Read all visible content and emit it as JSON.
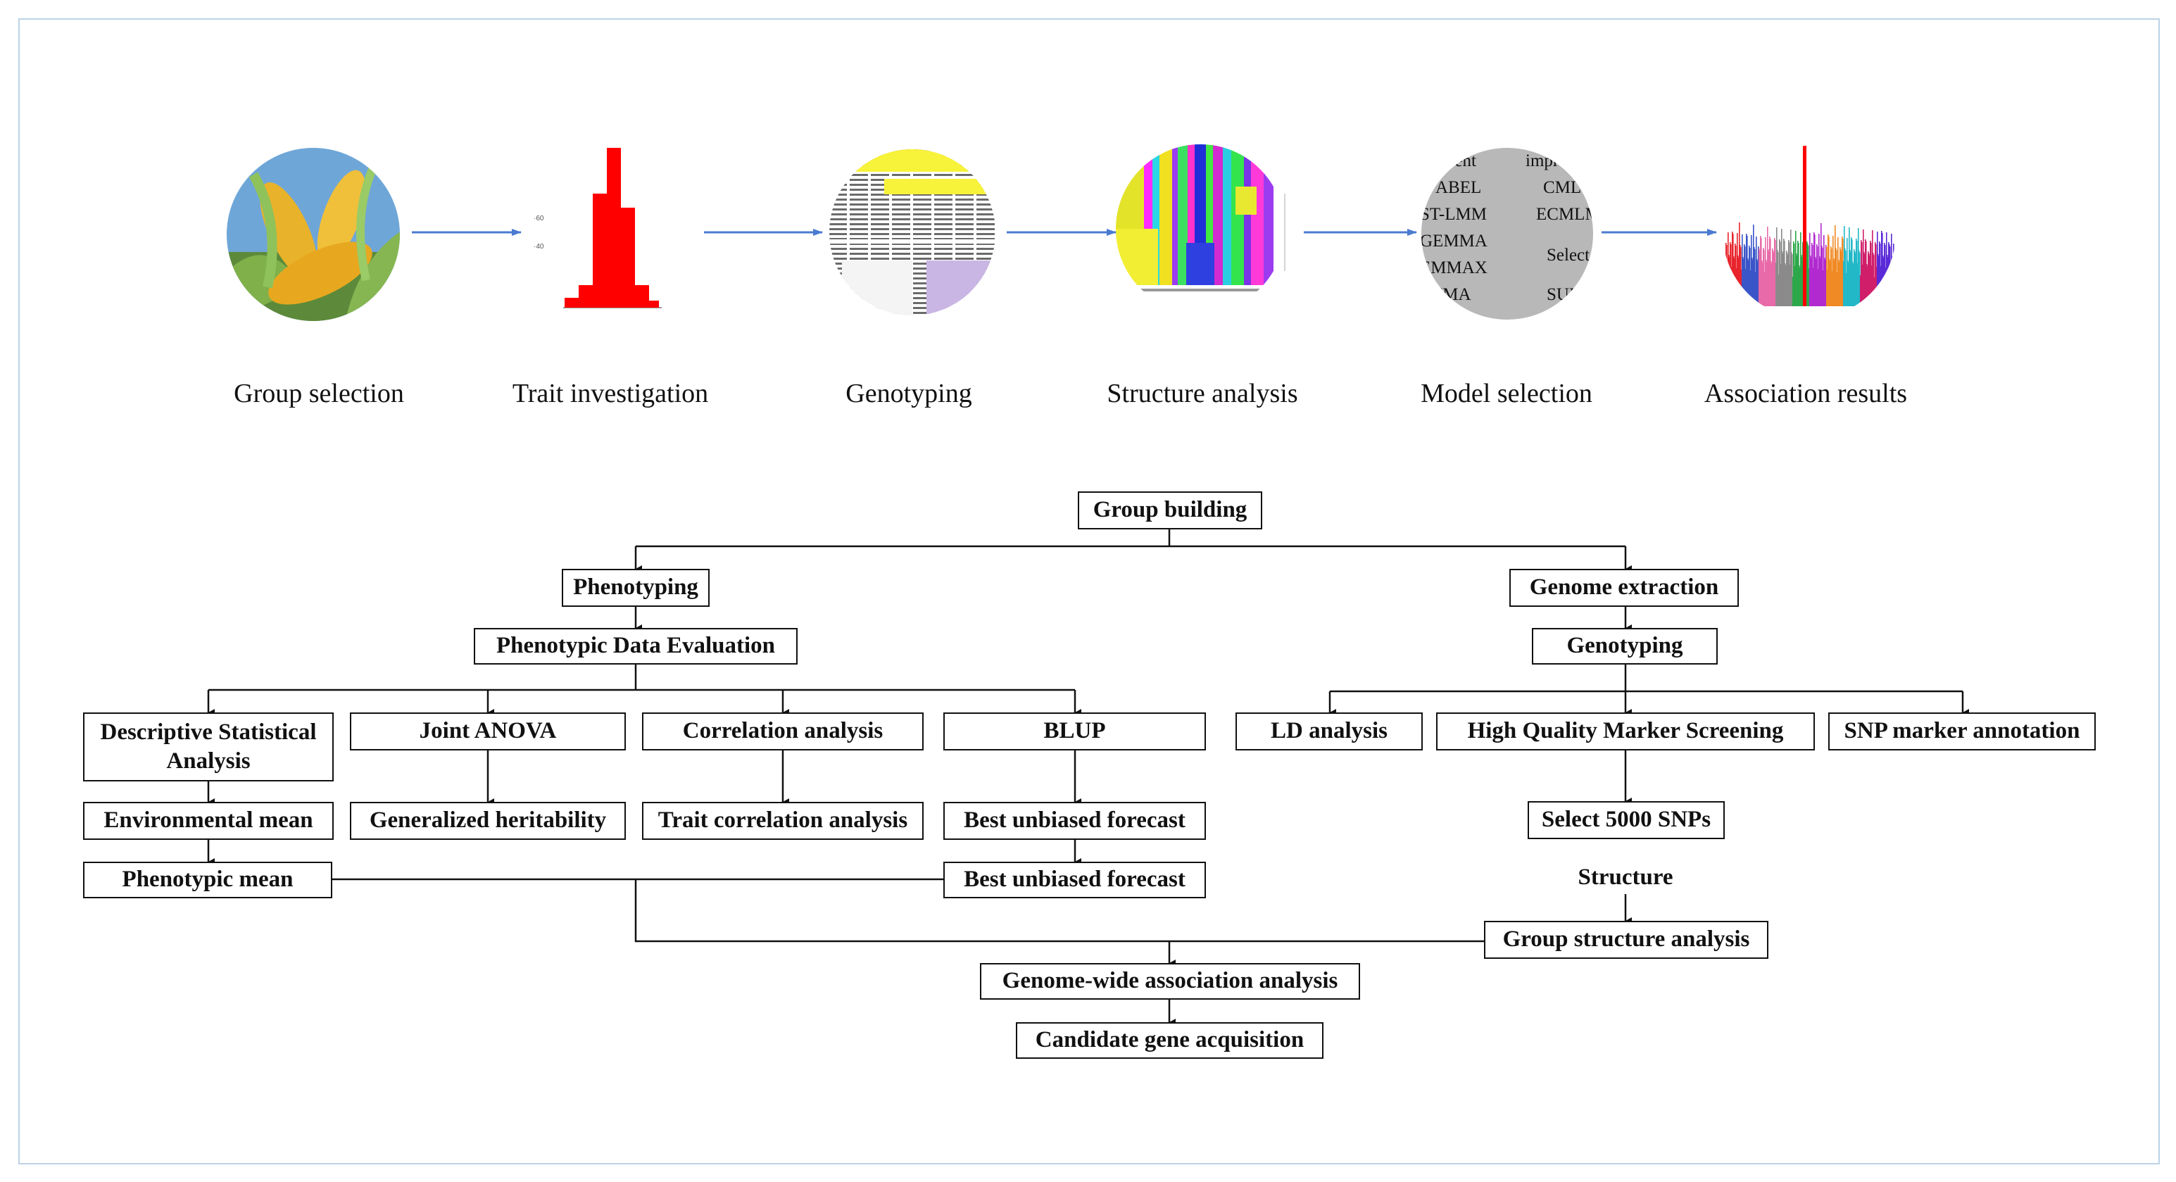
{
  "pipeline": {
    "steps": [
      {
        "label": "Group selection",
        "icon": "corn-photo"
      },
      {
        "label": "Trait investigation",
        "icon": "histogram-thumbnail"
      },
      {
        "label": "Genotyping",
        "icon": "sequence-alignment-thumbnail"
      },
      {
        "label": "Structure analysis",
        "icon": "structure-barplot-thumbnail"
      },
      {
        "label": "Model selection",
        "icon": "model-list-thumbnail"
      },
      {
        "label": "Association results",
        "icon": "manhattan-plot-thumbnail"
      }
    ],
    "model_words": [
      "ment",
      "impr",
      "ABEL",
      "CML",
      "ST-LMM",
      "ECMLM",
      "GEMMA",
      "EMMAX",
      "Select",
      "MMA",
      "SUP"
    ],
    "arrow_color": "#4a7bd0"
  },
  "flow": {
    "group_building": "Group building",
    "phenotyping": "Phenotyping",
    "phenotypic_data_evaluation": "Phenotypic Data Evaluation",
    "descriptive_statistical_analysis": "Descriptive Statistical Analysis",
    "joint_anova": "Joint ANOVA",
    "correlation_analysis": "Correlation analysis",
    "blup": "BLUP",
    "environmental_mean": "Environmental mean",
    "generalized_heritability": "Generalized heritability",
    "trait_correlation_analysis": "Trait correlation analysis",
    "best_unbiased_forecast_1": "Best unbiased forecast",
    "phenotypic_mean": "Phenotypic mean",
    "best_unbiased_forecast_2": "Best unbiased forecast",
    "genome_extraction": "Genome extraction",
    "genotyping": "Genotyping",
    "ld_analysis": "LD analysis",
    "high_quality_marker_screening": "High Quality Marker Screening",
    "snp_marker_annotation": "SNP marker annotation",
    "select_5000_snps": "Select 5000 SNPs",
    "structure": "Structure",
    "group_structure_analysis": "Group structure analysis",
    "genome_wide_association_analysis": "Genome-wide association analysis",
    "candidate_gene_acquisition": "Candidate gene acquisition"
  }
}
